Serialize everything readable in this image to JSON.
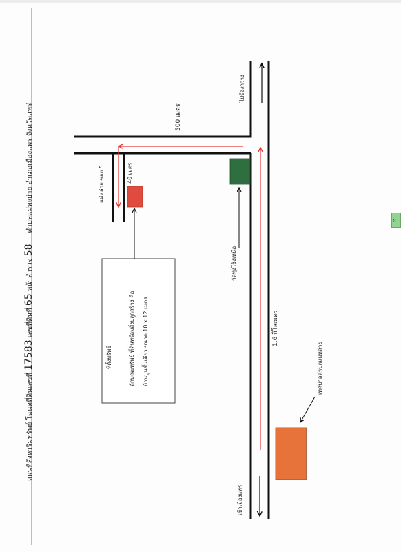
{
  "header": {
    "title_part1": "แผนที่สังหาริมทรัพย์   โฉนดที่ดินเลขที่",
    "deed_no": "17583",
    "title_part2": "เลขที่ดินที่",
    "land_no": "65",
    "title_part3": "หน้าสำรวจ",
    "survey_page": "58",
    "location": "ตำบลแม่ทะย่าย   อำเภอเมืองแพร่   จังหวัดแพร่"
  },
  "labels": {
    "to_rong_kwang": "ไปร้องกวาง",
    "dist_500": "500 เมตร",
    "soi_5": "แม่หล่าย ซอย 5",
    "dist_40": "40 เมตร",
    "temple": "วัดทุ่งโฮ้งเหนือ",
    "dist_1_6": "1.6 กิโลเมตร",
    "municipality": "เทศบาลตำบลแม่หล่าย",
    "to_city": "เข้าเมืองแพร่"
  },
  "property_box": {
    "title": "ที่ตั้งทรัพย์",
    "line1": "ลักษณะทรัพย์  ที่ดินพร้อมสิ่งปลูกสร้าง  คือ",
    "line2": "บ้านปูนชั้นเดียว ขนาด 10 x 12 เมตร"
  },
  "side_tab": "ผ",
  "colors": {
    "property": "#e04a3f",
    "temple": "#2f6f3f",
    "municipality": "#e8733a",
    "route": "#e53935",
    "road": "#111111"
  }
}
